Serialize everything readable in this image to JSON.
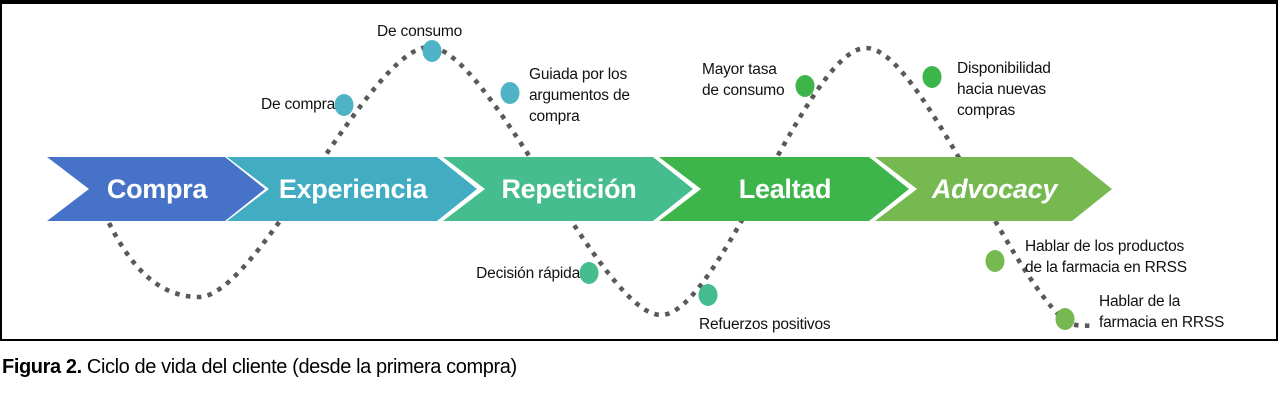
{
  "figure": {
    "caption_prefix": "Figura 2.",
    "caption_text": " Ciclo de vida del cliente (desde la primera compra)"
  },
  "stages": [
    {
      "label": "Compra",
      "color": "#4673C8"
    },
    {
      "label": "Experiencia",
      "color": "#42ADC2"
    },
    {
      "label": "Repetición",
      "color": "#45BD8E"
    },
    {
      "label": "Lealtad",
      "color": "#3EB54B"
    },
    {
      "label": "Advocacy",
      "color": "#76B950"
    }
  ],
  "touchpoints": [
    {
      "label": "De compra",
      "color": "#4EB3C5"
    },
    {
      "label": "De consumo",
      "color": "#4EB3C5"
    },
    {
      "label": "Guiada por los\nargumentos de\ncompra",
      "color": "#4EB3C5"
    },
    {
      "label": "Decisión rápida",
      "color": "#45BD8E"
    },
    {
      "label": "Refuerzos positivos",
      "color": "#45BD8E"
    },
    {
      "label": "Mayor tasa\nde consumo",
      "color": "#3EB54B"
    },
    {
      "label": "Disponibilidad\nhacia nuevas\ncompras",
      "color": "#3EB54B"
    },
    {
      "label": "Hablar de los productos\nde la farmacia en RRSS",
      "color": "#76B950"
    },
    {
      "label": "Hablar de la\nfarmacia en RRSS",
      "color": "#76B950"
    }
  ],
  "curve_color": "#595959"
}
